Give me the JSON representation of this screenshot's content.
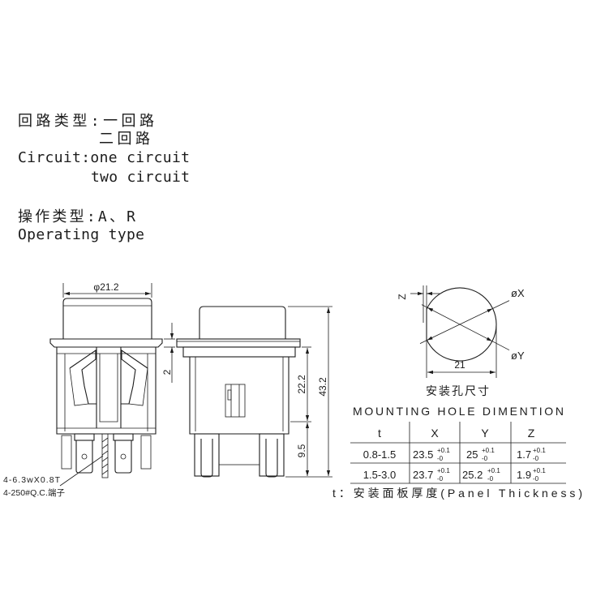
{
  "specs": {
    "circuit_type_cn": "回路类型:一回路",
    "circuit_type_cn_option2": "二回路",
    "circuit_en": "Circuit:one circuit",
    "circuit_en_option2": "two circuit",
    "operating_type_cn": "操作类型:A、R",
    "operating_type_en": "Operating type"
  },
  "front_view": {
    "cap_diameter": "φ21.2",
    "flange_thickness": "2",
    "terminal_size": "4-6.3wX0.8T",
    "terminal_type": "4-250#Q.C.端子"
  },
  "side_view": {
    "body_height": "22.2",
    "terminal_length": "9.5",
    "overall_height": "43.2"
  },
  "mounting_hole": {
    "flat_label": "Z",
    "diameter_x_label": "øX",
    "diameter_y_label": "øY",
    "width_label": "21",
    "title_cn": "安装孔尺寸",
    "title_en": "MOUNTING HOLE DIMENTION",
    "table": {
      "headers": [
        "t",
        "X",
        "Y",
        "Z"
      ],
      "rows": [
        {
          "t": "0.8-1.5",
          "x": {
            "value": "23.5",
            "upper": "+0.1",
            "lower": "-0"
          },
          "y": {
            "value": "25",
            "upper": "+0.1",
            "lower": "-0"
          },
          "z": {
            "value": "1.7",
            "upper": "+0.1",
            "lower": "-0"
          }
        },
        {
          "t": "1.5-3.0",
          "x": {
            "value": "23.7",
            "upper": "+0.1",
            "lower": "-0"
          },
          "y": {
            "value": "25.2",
            "upper": "+0.1",
            "lower": "-0"
          },
          "z": {
            "value": "1.9",
            "upper": "+0.1",
            "lower": "-0"
          }
        }
      ]
    },
    "note": "t：安装面板厚度(Panel Thickness)"
  }
}
